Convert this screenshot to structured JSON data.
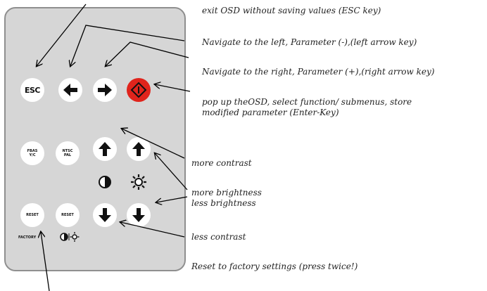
{
  "remote": {
    "buttons": {
      "esc": "ESC",
      "fbas_line1": "FBAS",
      "fbas_line2": "Y/C",
      "ntsc_line1": "NTSC",
      "ntsc_line2": "PAL",
      "reset1": "RESET",
      "reset2": "RESET"
    },
    "labels": {
      "factory": "FACTORY"
    },
    "colors": {
      "enter": "#e0241c",
      "body": "#d6d6d6"
    }
  },
  "annotations": {
    "esc": "exit OSD without saving values (ESC key)",
    "left": "Navigate to the left, Parameter (-),(left arrow key)",
    "right": "Navigate to the right, Parameter (+),(right arrow key)",
    "enter_line1": "pop up theOSD, select function/ submenus, store",
    "enter_line2": "modified parameter (Enter-Key)",
    "more_contrast": "more contrast",
    "more_brightness": "more brightness",
    "less_brightness": "less brightness",
    "less_contrast": "less contrast",
    "reset": "Reset to factory settings (press twice!)"
  }
}
